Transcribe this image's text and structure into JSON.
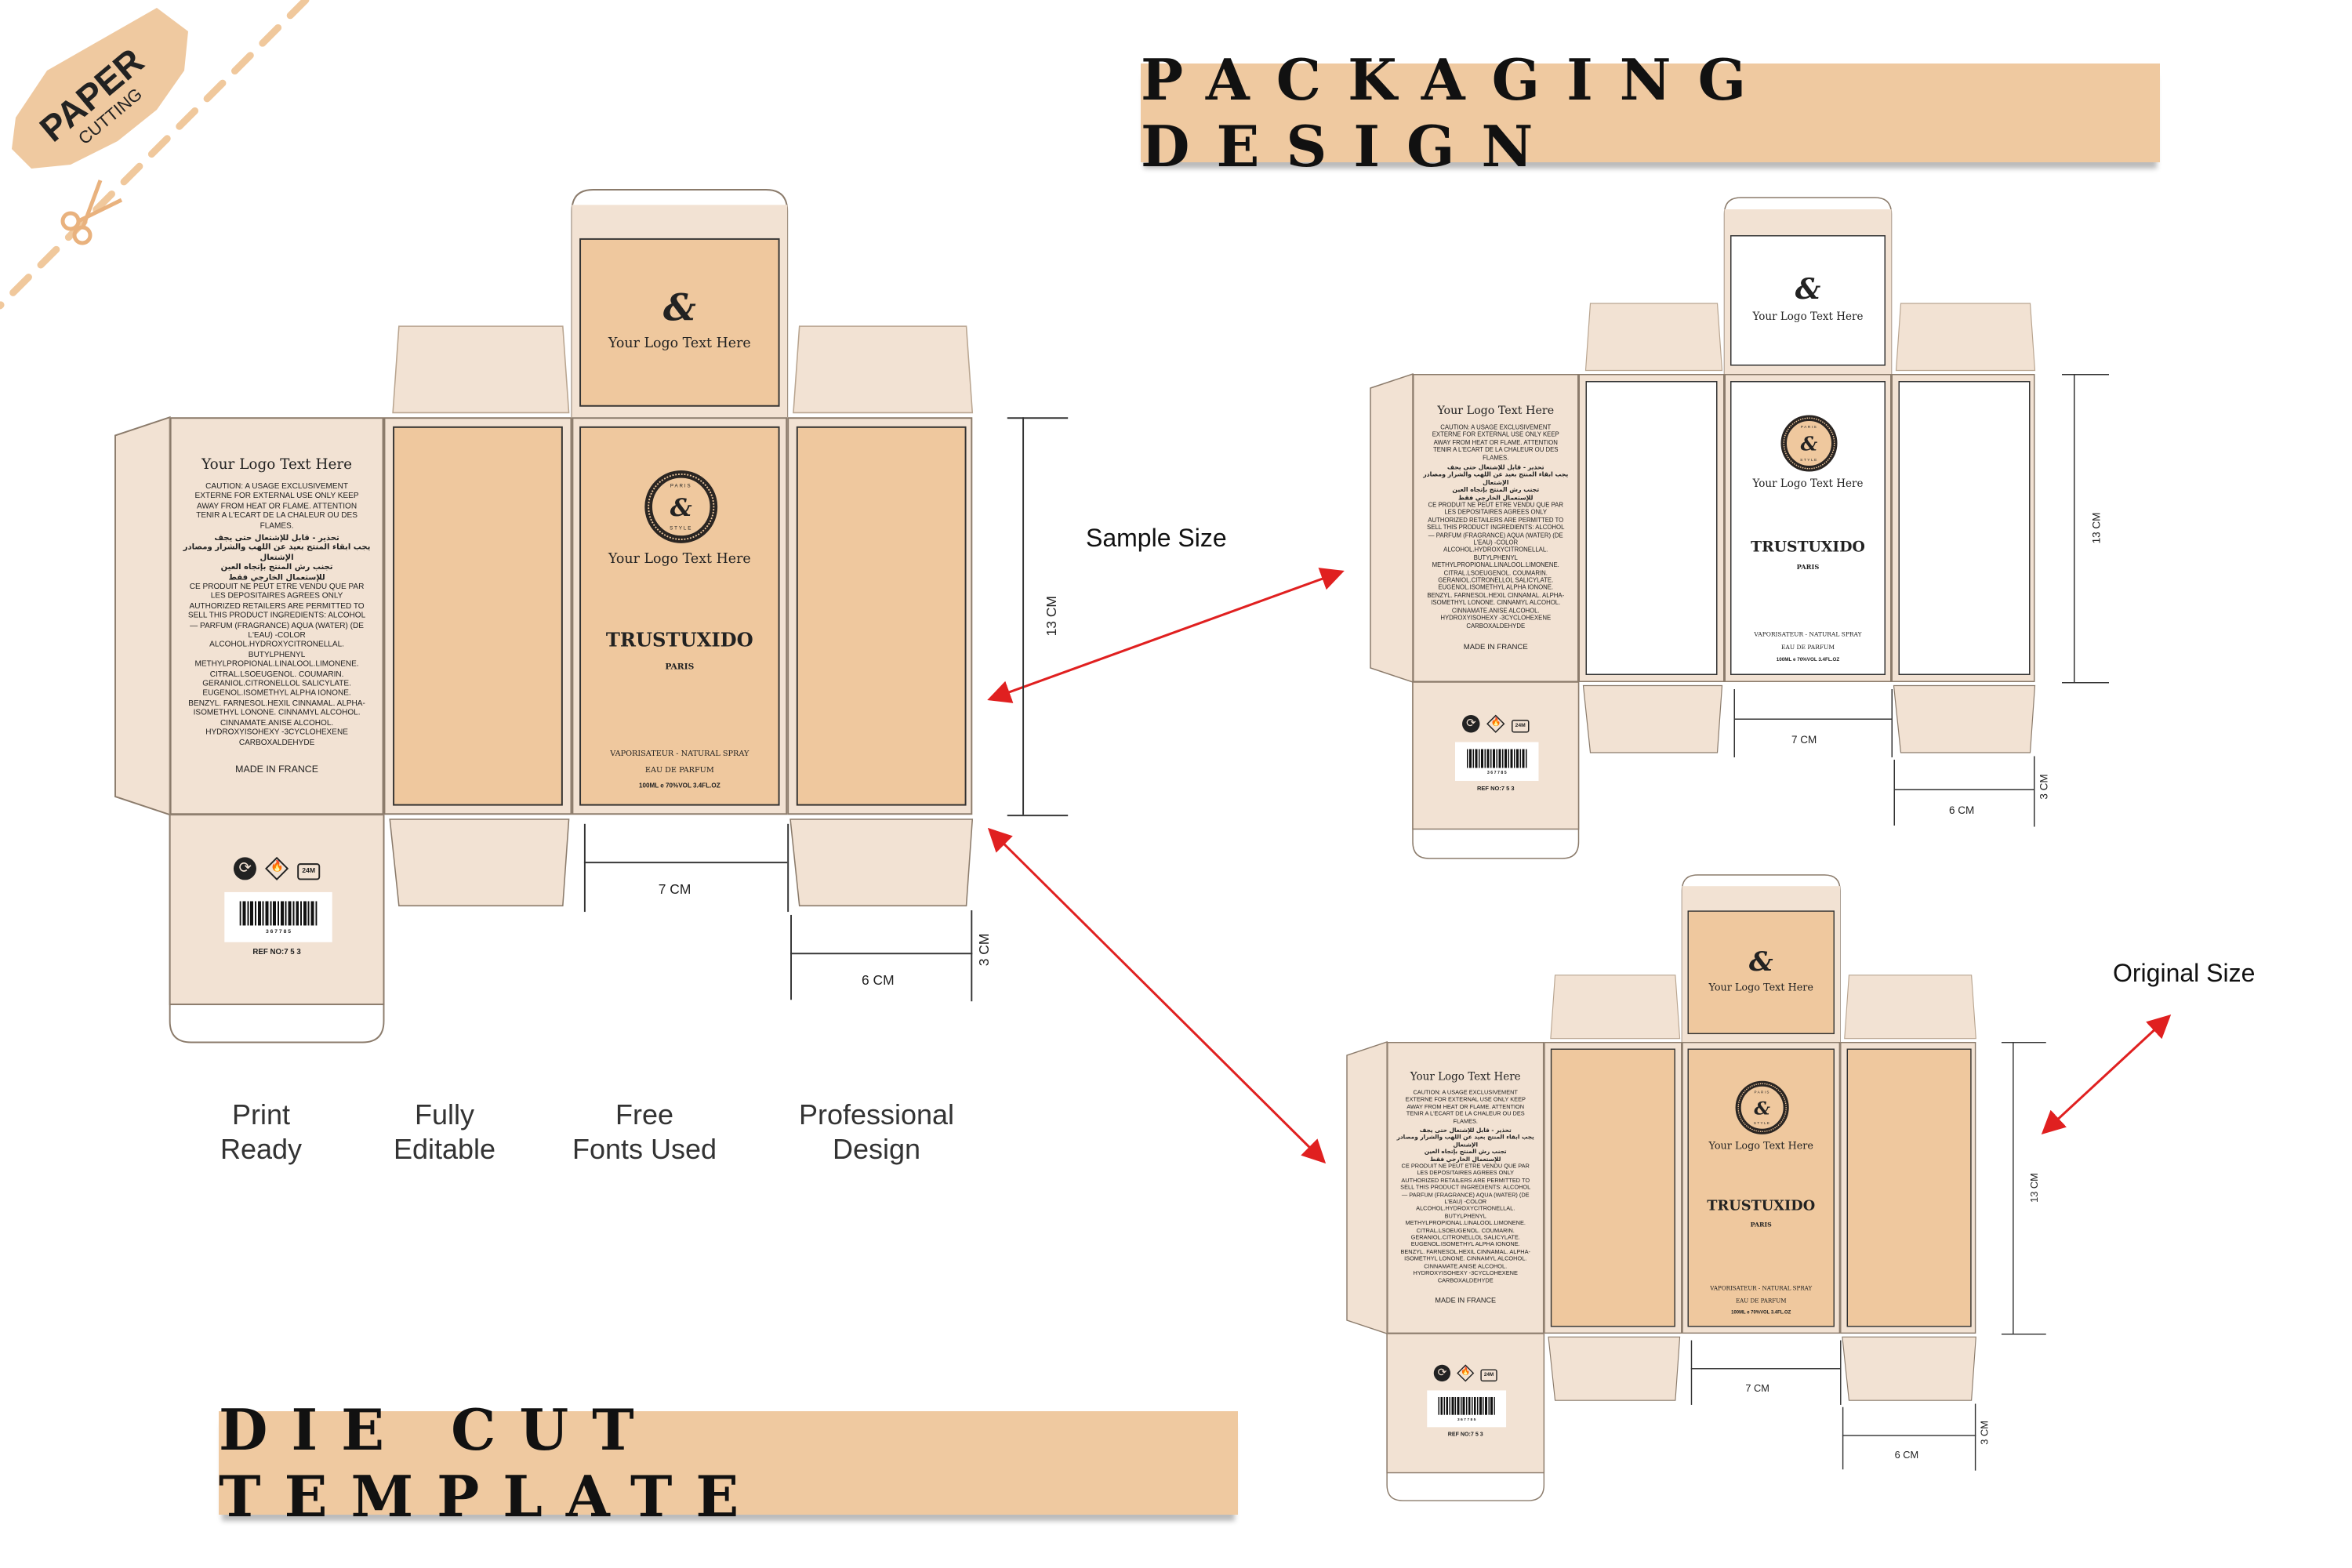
{
  "badge": {
    "title": "PAPER",
    "subtitle": "CUTTING",
    "icon": "scissors-icon"
  },
  "headings": {
    "top": "PACKAGING DESIGN",
    "bottom": "DIE CUT TEMPLATE"
  },
  "labels": {
    "sample": "Sample Size",
    "original": "Original Size"
  },
  "features": [
    {
      "line1": "Print",
      "line2": "Ready"
    },
    {
      "line1": "Fully",
      "line2": "Editable"
    },
    {
      "line1": "Free",
      "line2": "Fonts Used"
    },
    {
      "line1": "Professional",
      "line2": "Design"
    }
  ],
  "box": {
    "logo_text": "Your Logo Text Here",
    "seal_top": "PARIS",
    "seal_bottom": "STYLE",
    "amp": "&",
    "brand": "TRUSTUXIDO",
    "city": "PARIS",
    "spray": "VAPORISATEUR - NATURAL SPRAY",
    "type": "EAU DE PARFUM",
    "volume": "100ML  e 70%VOL  3.4FL.OZ",
    "caution": "CAUTION: A USAGE EXCLUSIVEMENT EXTERNE FOR EXTERNAL USE ONLY KEEP AWAY FROM HEAT OR FLAME. ATTENTION TENIR A L'ECART DE LA CHALEUR OU DES FLAMES.",
    "arabic": [
      "تحذير - قابل للإشتعال حتى يجف",
      "يجب ابقاء المنتج بعيد عن اللهب والشرار ومصادر الإشتعال",
      "تجنب رش المنتج بإتجاه العين",
      "للإستعمال الخارجي فقط"
    ],
    "ingredients": "CE PRODUIT NE PEUT ETRE VENDU QUE PAR LES DEPOSITAIRES AGREES ONLY AUTHORIZED RETAILERS ARE PERMITTED TO SELL THIS PRODUCT INGREDIENTS: ALCOHOL — PARFUM (FRAGRANCE) AQUA (WATER) (DE L'EAU) -COLOR ALCOHOL.HYDROXYCITRONELLAL. BUTYLPHENYL METHYLPROPIONAL.LINALOOL.LIMONENE. CITRAL.LSOEUGENOL. COUMARIN. GERANIOL.CITRONELLOL SALICYLATE. EUGENOL.ISOMETHYL ALPHA IONONE. BENZYL. FARNESOL.HEXIL CINNAMAL. ALPHA-ISOMETHYL LONONE. CINNAMYL ALCOHOL. CINNAMATE.ANISE ALCOHOL. HYDROXYISOHEXY -3CYCLOHEXENE CARBOXALDEHYDE",
    "made_in": "MADE IN FRANCE",
    "pao": "24M",
    "barcode_digits": "3   6   7 7 8 5",
    "ref": "REF NO:7     5 3",
    "dims": {
      "height": "13 CM",
      "width": "7 CM",
      "depth": "6 CM",
      "flap": "3 CM"
    }
  },
  "colors": {
    "peach": "#efc89e",
    "beige": "#f2e2d3",
    "arrow": "#e02020"
  }
}
